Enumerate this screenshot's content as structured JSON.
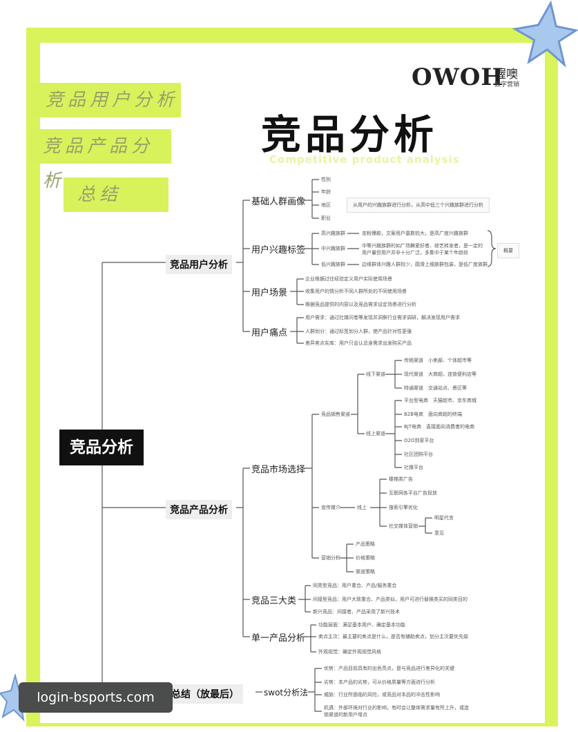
{
  "logo": {
    "brand": "OWOH",
    "cn": "喔噢",
    "sub": "数字营销"
  },
  "sidebar": [
    {
      "label": "竞品用户分析"
    },
    {
      "label": "竞品产品分析"
    },
    {
      "label": "总结"
    }
  ],
  "title": "竞品分析",
  "subtitle": "Competitive product analysis",
  "root": "竞品分析",
  "branches": {
    "user": "竞品用户分析",
    "product": "竞品产品分析",
    "summary": "总结（放最后）"
  },
  "user_nodes": {
    "portrait": "基础人群画像",
    "interest": "用户兴趣标签",
    "scene": "用户场景",
    "pain": "用户痛点"
  },
  "portrait_items": [
    "性别",
    "年龄",
    "地区",
    "职业"
  ],
  "portrait_note": "从用户的兴趣族群进行分析，从高中低三个兴趣族群进行分析",
  "interest_items": [
    {
      "label": "高兴趣族群",
      "desc": "忠粉爆款，文案用户基数较大，是高广度兴趣族群"
    },
    {
      "label": "中兴趣族群",
      "desc": "中等兴趣族群的如广场舞爱好者、综艺转发者，是一定的用户量但用户并非十分广泛，多集中于某个年龄段"
    },
    {
      "label": "低兴趣族群",
      "desc": "边缘群体兴趣人群较少，圆滑上细族群包装，是低广度族群"
    }
  ],
  "interest_bracket": "概要",
  "scene_items": [
    "企业根据过往经验定义用户实际使用场景",
    "收集用户的情分析不同人群所处的不同使用场景",
    "根据竞品提供的内容以及竞品需求设定场景进行分析"
  ],
  "pain_items": [
    "用户需求：通过社媒问卷等发现并洞察行业需求调研，解决发现用户需求",
    "人群划分：通过标签划分人群，使产品针对性更强",
    "差异卖点实库：用户只会认总身需求出发购买产品"
  ],
  "product_nodes": {
    "market": "竞品市场选择",
    "three": "竞品三大类",
    "single": "单一产品分析"
  },
  "market": {
    "channel_label": "竞品销售渠道",
    "offline_label": "线下渠道",
    "offline_items": [
      "传统渠道　小卖部、个体超市等",
      "现代渠道　大商超，连锁便利店等",
      "特通渠道　交通站点、景区等"
    ],
    "online_label": "线上渠道",
    "online_items": [
      "平台型电商　天猫超市、京东商城",
      "B2B电商　面向商超的终端",
      "BJT电商　直接面向消费者的电商",
      "O2O到家平台",
      "社区团购平台",
      "社媒平台"
    ],
    "promo_label": "宣传媒介",
    "promo_online": "线上",
    "promo_items": [
      "楼梯类广告",
      "互联网各平台广告投放",
      "搜索引擎优化",
      "社交媒体营销"
    ],
    "social_items": [
      "明星代言",
      "意见"
    ],
    "marketing_label": "营销分析",
    "marketing_items": [
      "产品策略",
      "价格策略",
      "渠道策略"
    ]
  },
  "three_items": [
    "同类型竞品：用户重合、产品/服务重合",
    "间接型竞品：用户大致重合、产品类似，用户可进行替换类买的同类目的",
    "新兴竞品：间接者、产品采用了新兴技术"
  ],
  "single_items": [
    "功能层面：满足基本用户、确定基本功能",
    "卖点主次：最主要的卖点是什么，是否有辅助卖点，划分主次要优先级",
    "外观视觉：确定外观视觉风格"
  ],
  "swot": {
    "label": "swot分析法",
    "items": [
      "优势：产品目前具有的出色亮点，是与竞品进行差异化的关键",
      "劣势：本产品的劣势，可从价格质量等方面进行分析",
      "威胁：行业所面临的风险，或竞品对本品的冲击性影响",
      "机遇：外部环境对行业的影响，有时会让整体需求量有所上升，或连锁渠道的新用户增点"
    ]
  },
  "watermark": "login-bsports.com",
  "colors": {
    "accent": "#d9f45a",
    "frame": "#d9f45a",
    "star": "#a9c8ee",
    "root_bg": "#111111"
  }
}
